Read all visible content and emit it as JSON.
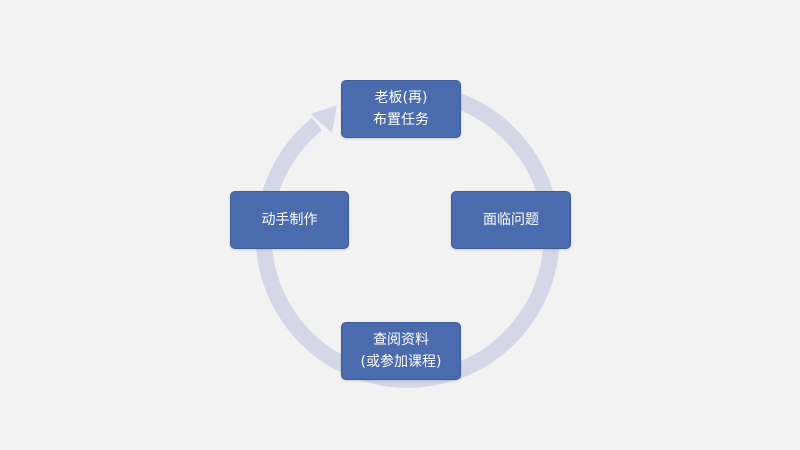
{
  "diagram": {
    "type": "cycle",
    "colors": {
      "background": "#f2f2f2",
      "node_fill": "#4a6bae",
      "node_text": "#ffffff",
      "ring": "#d3d7e6"
    },
    "nodes": [
      {
        "id": "top",
        "lines": [
          "老板(再)",
          "布置任务"
        ]
      },
      {
        "id": "right",
        "lines": [
          "面临问题"
        ]
      },
      {
        "id": "bottom",
        "lines": [
          "查阅资料",
          "(或参加课程)"
        ]
      },
      {
        "id": "left",
        "lines": [
          "动手制作"
        ]
      }
    ],
    "flow": [
      "top",
      "right",
      "bottom",
      "left",
      "top"
    ],
    "direction": "clockwise"
  }
}
